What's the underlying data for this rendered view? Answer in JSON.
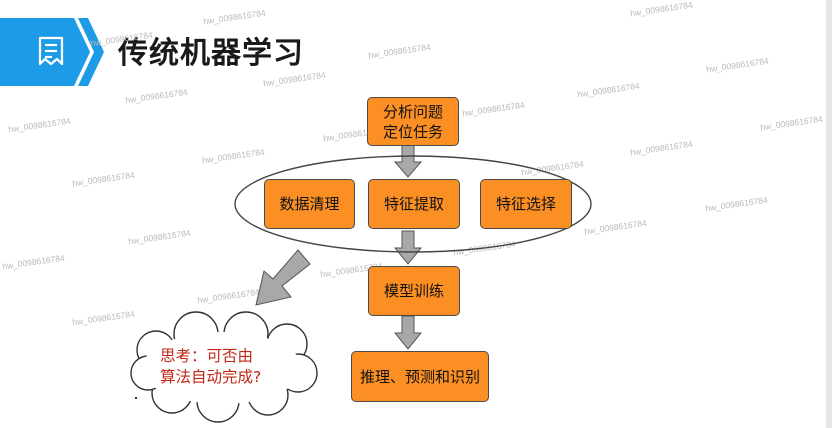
{
  "slide": {
    "title": "传统机器学习",
    "header_icon": "document-list-icon",
    "accent_color": "#1e9be6"
  },
  "watermark": "hw_0098616784",
  "flow": {
    "box_color": "#fb8f24",
    "arrow_color": "#a8a8a8",
    "step1": {
      "line1": "分析问题",
      "line2": "定位任务"
    },
    "feature_group": [
      "数据清理",
      "特征提取",
      "特征选择"
    ],
    "step_train": "模型训练",
    "step_infer": "推理、预测和识别"
  },
  "thought": {
    "line1": "思考：可否由",
    "line2": "算法自动完成?",
    "text_color": "#c0281a"
  }
}
